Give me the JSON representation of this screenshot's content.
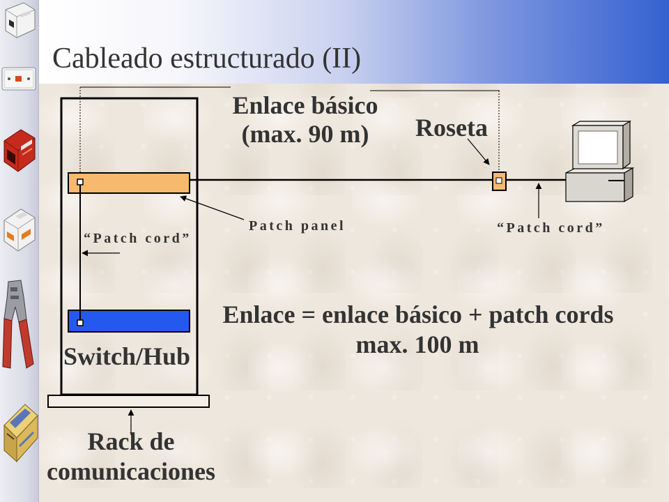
{
  "slide": {
    "title": "Cableado estructurado (II)"
  },
  "diagram": {
    "basic_link": [
      "Enlace básico",
      "(max. 90 m)"
    ],
    "outlet": "Roseta",
    "patch_panel": "Patch panel",
    "patch_cord_rack": "“Patch cord”",
    "patch_cord_desk": "“Patch cord”",
    "link_total": [
      "Enlace = enlace básico + patch cords",
      "max. 100 m"
    ],
    "switch": "Switch/Hub",
    "rack": [
      "Rack de",
      "comunicaciones"
    ]
  },
  "colors": {
    "patch_panel": "#f6b96e",
    "switch": "#2459f0",
    "outlet": "#f6b96e",
    "text": "#333333",
    "header_accent": "#3561d0",
    "background": "#eee7dd"
  },
  "sidebar_icons": [
    "wall-box-icon",
    "faceplate-icon",
    "rj45-jack-icon",
    "dual-outlet-icon",
    "crimping-tool-icon",
    "punch-down-tool-icon"
  ],
  "diagram_icons": [
    "computer-icon"
  ]
}
